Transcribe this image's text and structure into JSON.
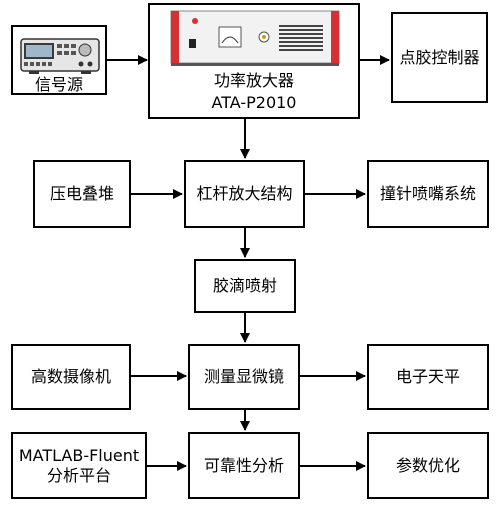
{
  "nodes": {
    "signal_source": "信号源",
    "power_amp_name": "功率放大器",
    "power_amp_model": "ATA-P2010",
    "dispense_controller": "点胶控制器",
    "piezo_stack": "压电叠堆",
    "lever_structure": "杠杆放大结构",
    "striker_nozzle": "撞针喷嘴系统",
    "glue_jetting": "胶滴喷射",
    "high_speed_camera": "高数摄像机",
    "measuring_microscope": "测量显微镜",
    "electronic_balance": "电子天平",
    "matlab_line1": "MATLAB-Fluent",
    "matlab_line2": "分析平台",
    "reliability_analysis": "可靠性分析",
    "param_optimization": "参数优化"
  },
  "icons": {
    "signal_generator": "signal-generator-device",
    "amplifier": "power-amplifier-device"
  }
}
